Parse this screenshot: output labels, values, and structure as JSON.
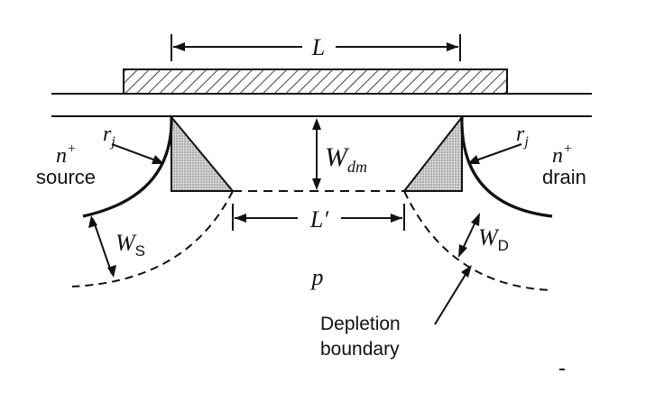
{
  "labels": {
    "L": "L",
    "L_prime": "L′",
    "W_dm_base": "W",
    "W_dm_sub": "dm",
    "r_j_left_base": "r",
    "r_j_left_sub": "j",
    "r_j_right_base": "r",
    "r_j_right_sub": "j",
    "n_plus_left_base": "n",
    "n_plus_left_sup": "+",
    "source": "source",
    "n_plus_right_base": "n",
    "n_plus_right_sup": "+",
    "drain": "drain",
    "W_S_base": "W",
    "W_S_sub": "S",
    "W_D_base": "W",
    "W_D_sub": "D",
    "p": "p",
    "depletion_line1": "Depletion",
    "depletion_line2": "boundary"
  }
}
